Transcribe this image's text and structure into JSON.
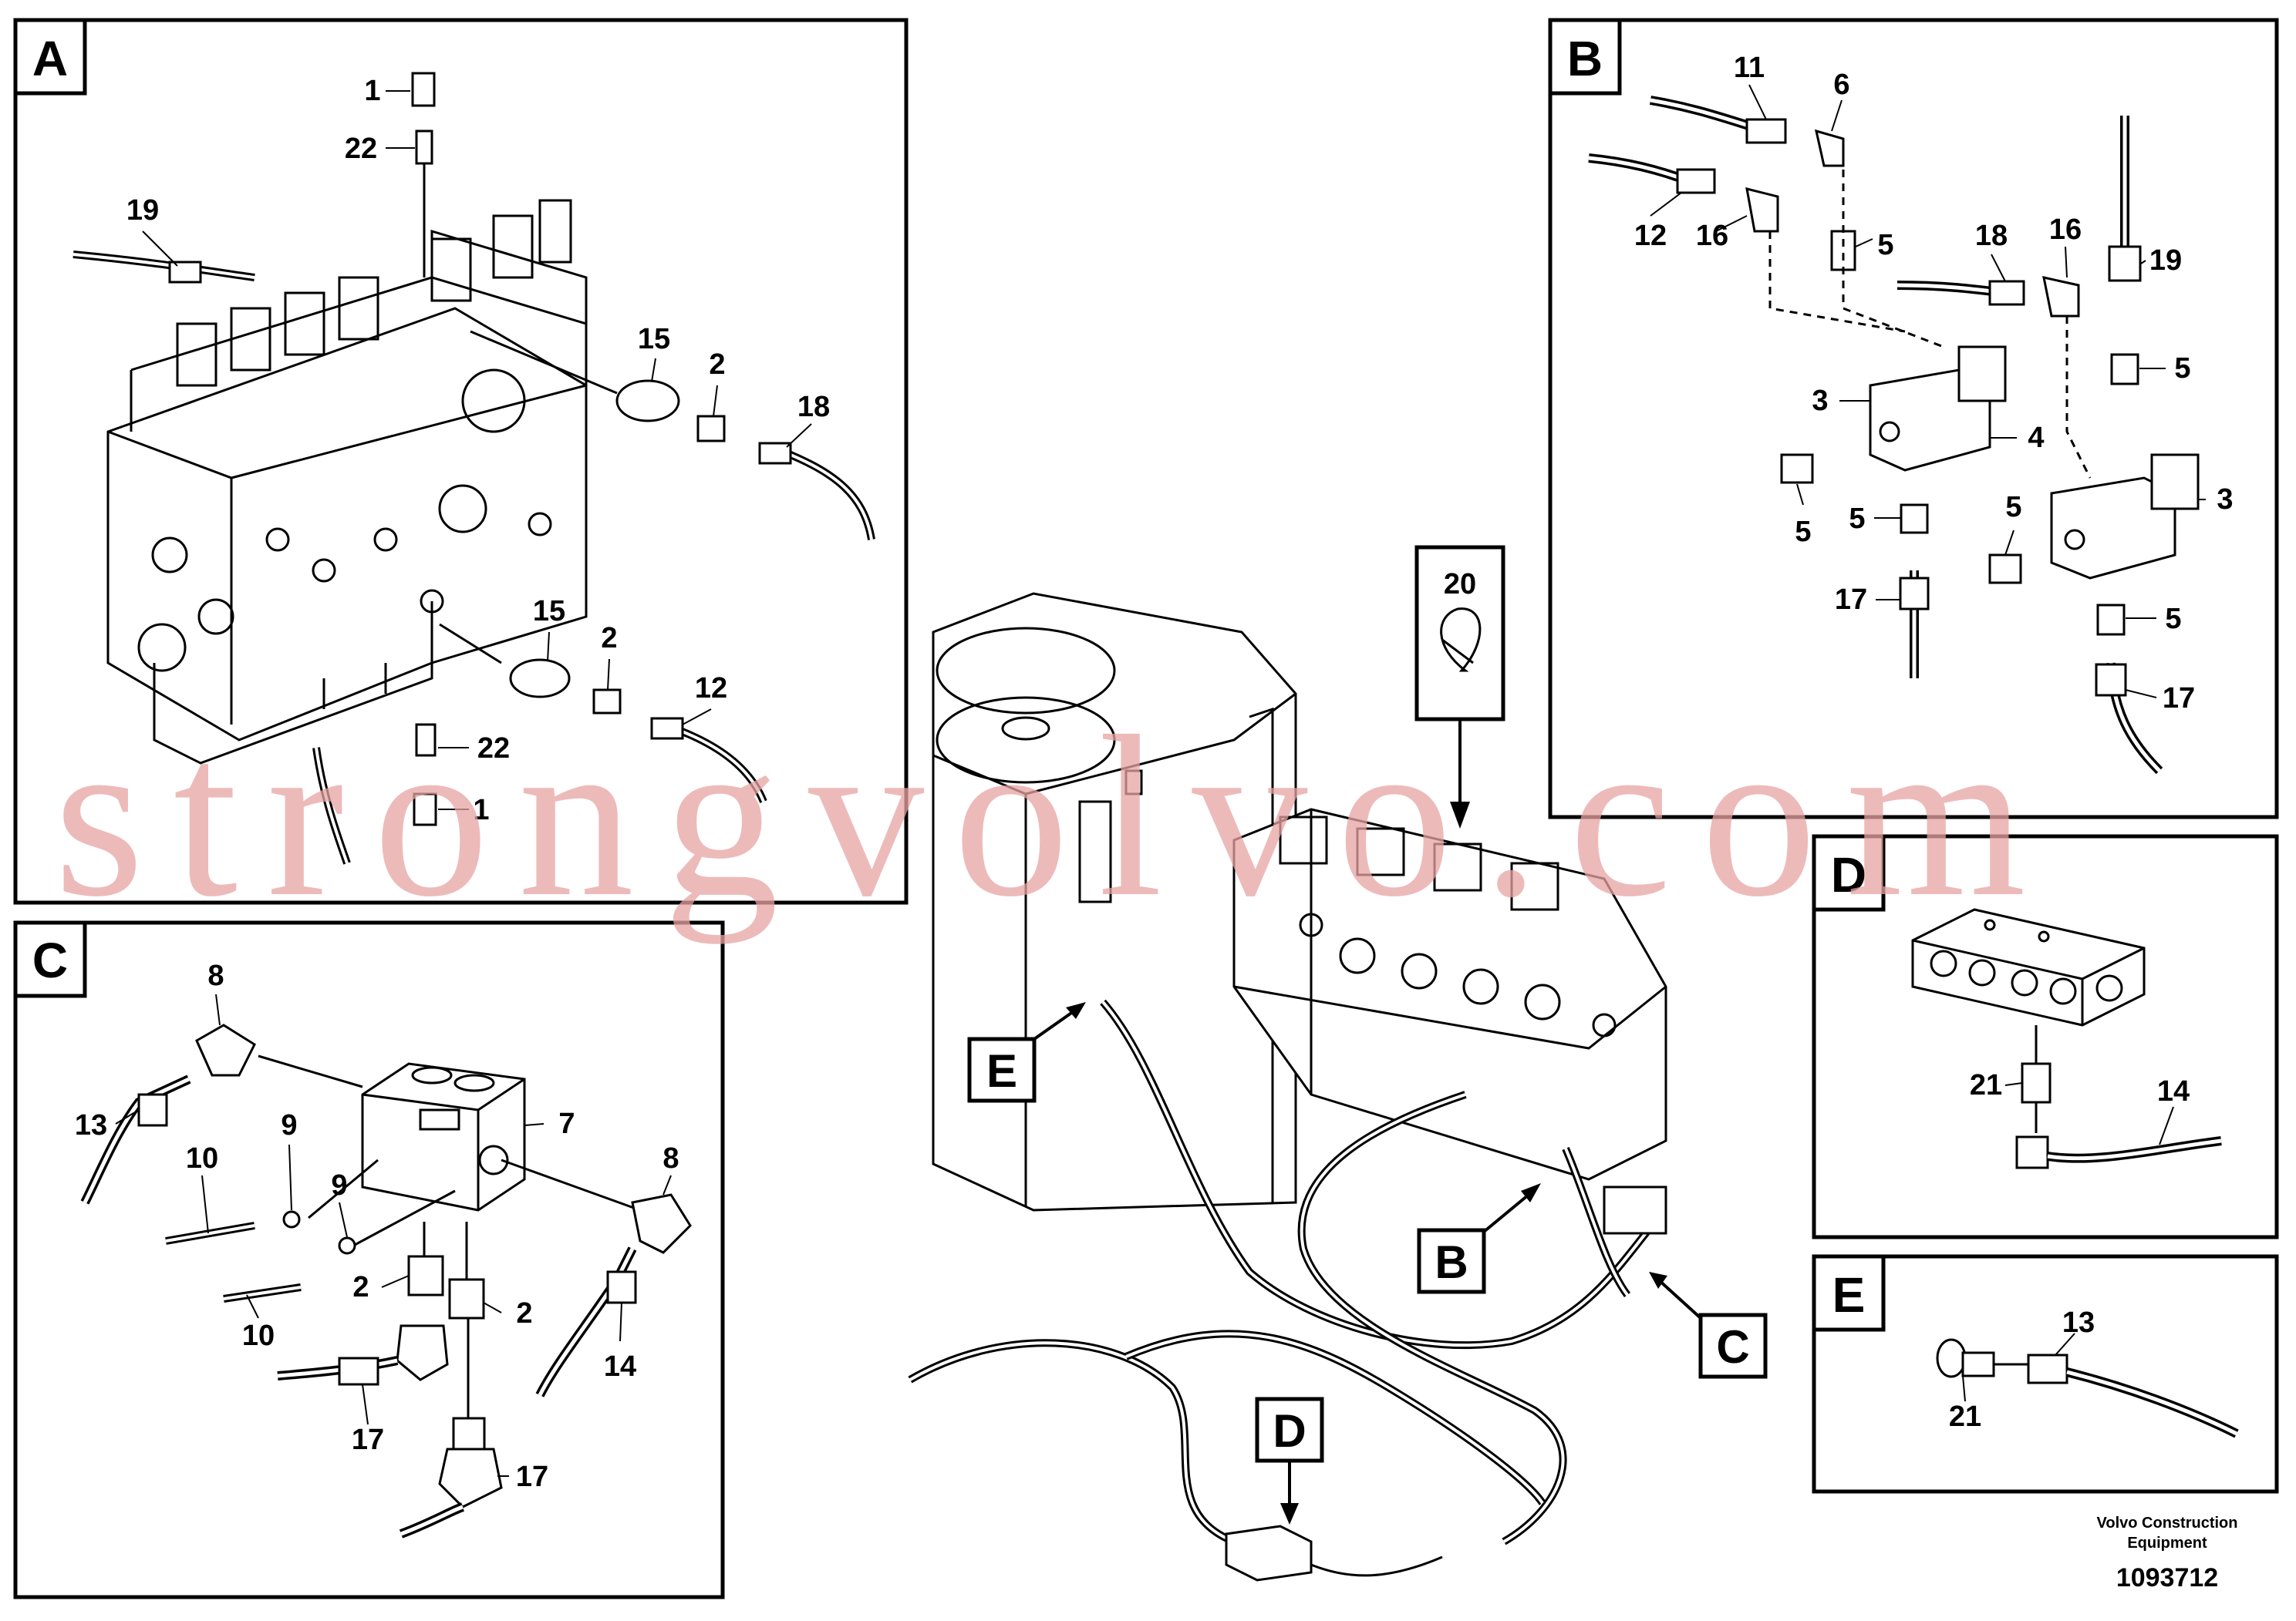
{
  "panels": {
    "A": {
      "label": "A",
      "callouts": {
        "c1_top": "1",
        "c22_top": "22",
        "c19": "19",
        "c15_top": "15",
        "c2_top": "2",
        "c18": "18",
        "c15_bot": "15",
        "c2_bot": "2",
        "c12": "12",
        "c22_bot": "22",
        "c1_bot": "1"
      }
    },
    "B": {
      "label": "B",
      "callouts": {
        "c11": "11",
        "c6": "6",
        "c12": "12",
        "c16_left": "16",
        "c5_top": "5",
        "c18": "18",
        "c16_right": "16",
        "c19": "19",
        "c5_right": "5",
        "c3_left": "3",
        "c4": "4",
        "c5_left": "5",
        "c5_mid": "5",
        "c5_rightmid": "5",
        "c3_right": "3",
        "c17_left": "17",
        "c5_bottom": "5",
        "c17_right": "17"
      }
    },
    "C": {
      "label": "C",
      "callouts": {
        "c8_top": "8",
        "c13": "13",
        "c10_top": "10",
        "c9_top": "9",
        "c7": "7",
        "c9_bot": "9",
        "c8_right": "8",
        "c2_left": "2",
        "c2_right": "2",
        "c10_bot": "10",
        "c14": "14",
        "c17_left": "17",
        "c17_right": "17"
      }
    },
    "D": {
      "label": "D",
      "callouts": {
        "c21": "21",
        "c14": "14"
      }
    },
    "E": {
      "label": "E",
      "callouts": {
        "c13": "13",
        "c21": "21"
      }
    }
  },
  "main": {
    "c20": "20",
    "view_b": "B",
    "view_c": "C",
    "view_d": "D",
    "view_e": "E"
  },
  "footer": {
    "company_line1": "Volvo Construction",
    "company_line2": "Equipment",
    "doc_number": "1093712"
  },
  "watermark": "strongvolvo.com",
  "colors": {
    "line": "#000000",
    "watermark": "#e8a3a3",
    "background": "#ffffff"
  }
}
